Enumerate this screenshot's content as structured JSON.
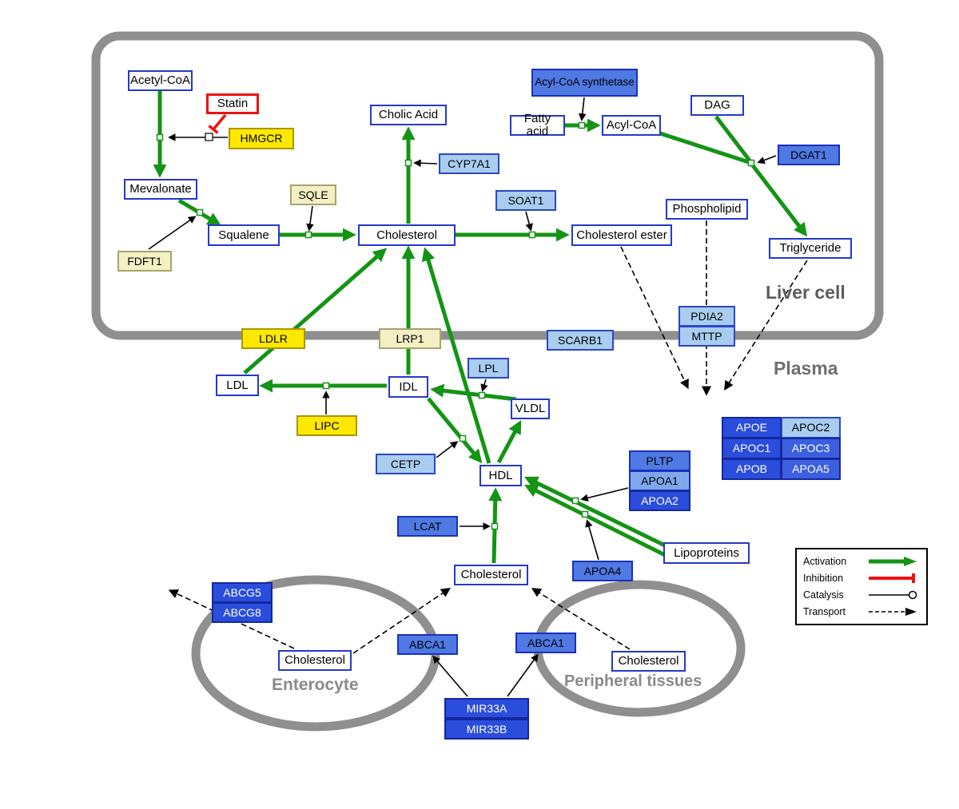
{
  "regions": {
    "liver_cell": "Liver cell",
    "plasma": "Plasma",
    "enterocyte": "Enterocyte",
    "peripheral": "Peripheral tissues"
  },
  "nodes": {
    "acetyl_coa": "Acetyl-CoA",
    "statin": "Statin",
    "hmgcr": "HMGCR",
    "mevalonate": "Mevalonate",
    "fdft1": "FDFT1",
    "squalene": "Squalene",
    "sqle": "SQLE",
    "cholic_acid": "Cholic Acid",
    "cyp7a1": "CYP7A1",
    "cholesterol_liver": "Cholesterol",
    "soat1": "SOAT1",
    "cholesterol_ester": "Cholesterol ester",
    "acyl_coa_synthetase": "Acyl-CoA synthetase",
    "fatty_acid": "Fatty acid",
    "acyl_coa": "Acyl-CoA",
    "dag": "DAG",
    "dgat1": "DGAT1",
    "phospholipid": "Phospholipid",
    "triglyceride": "Triglyceride",
    "pdia2": "PDIA2",
    "mttp": "MTTP",
    "ldlr": "LDLR",
    "lrp1": "LRP1",
    "scarb1": "SCARB1",
    "ldl": "LDL",
    "idl": "IDL",
    "lpl": "LPL",
    "vldl": "VLDL",
    "lipc": "LIPC",
    "cetp": "CETP",
    "hdl": "HDL",
    "pltp": "PLTP",
    "apoa1": "APOA1",
    "apoa2": "APOA2",
    "apoe": "APOE",
    "apoc2": "APOC2",
    "apoc1": "APOC1",
    "apoc3": "APOC3",
    "apob": "APOB",
    "apoa5": "APOA5",
    "lcat": "LCAT",
    "apoa4": "APOA4",
    "lipoproteins": "Lipoproteins",
    "cholesterol_plasma": "Cholesterol",
    "abcg5": "ABCG5",
    "abcg8": "ABCG8",
    "cholesterol_enterocyte": "Cholesterol",
    "abca1_enterocyte": "ABCA1",
    "abca1_peripheral": "ABCA1",
    "cholesterol_peripheral": "Cholesterol",
    "mir33a": "MIR33A",
    "mir33b": "MIR33B"
  },
  "legend": {
    "activation": "Activation",
    "inhibition": "Inhibition",
    "catalysis": "Catalysis",
    "transport": "Transport"
  },
  "colors": {
    "activation_green": "#149414",
    "inhibition_red": "#ee1111",
    "metabolite_border_blue": "#2438cc",
    "enzyme_yellow": "#ffe800",
    "enzyme_pale_yellow": "#f2f0c4",
    "protein_light_blue": "#a9cdf0",
    "protein_medium_blue": "#4f79e3",
    "protein_dark_blue": "#2b4ddb",
    "membrane_gray": "#8f8f8f"
  }
}
